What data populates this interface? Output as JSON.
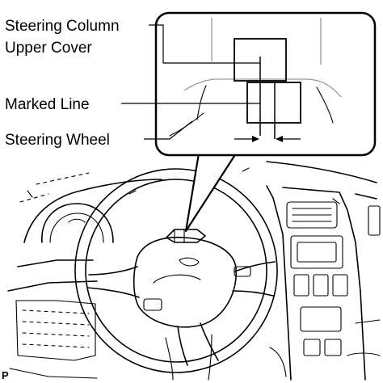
{
  "labels": {
    "steering_column_line1": "Steering Column",
    "steering_column_line2": "Upper Cover",
    "marked_line": "Marked Line",
    "steering_wheel": "Steering Wheel",
    "corner_mark": "P"
  },
  "colors": {
    "line": "#000000",
    "detail_gray": "#9a9a9a",
    "background": "#ffffff"
  }
}
